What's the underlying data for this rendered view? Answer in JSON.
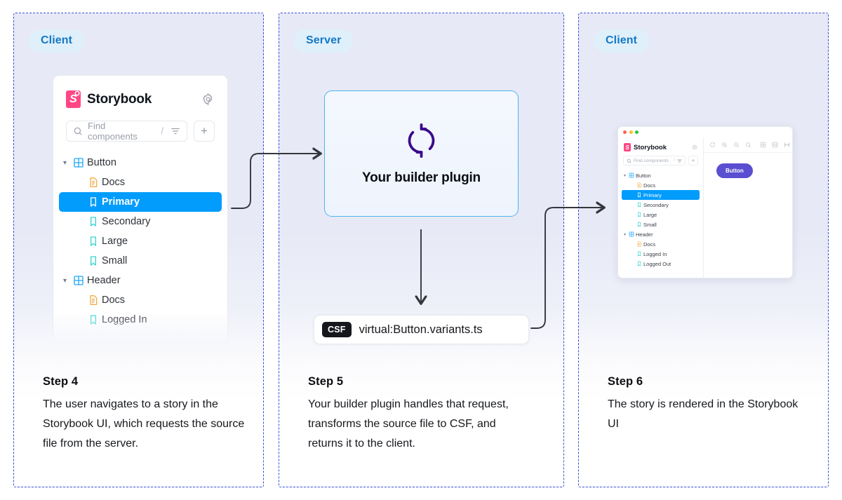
{
  "panels": [
    {
      "badge": "Client",
      "step_title": "Step 4",
      "step_body": "The user navigates to a story in the Storybook UI, which requests the source file from the server."
    },
    {
      "badge": "Server",
      "step_title": "Step 5",
      "step_body": "Your builder plugin handles that request, transforms the source file to CSF, and returns it to the client."
    },
    {
      "badge": "Client",
      "step_title": "Step 6",
      "step_body": "The story is rendered in the Storybook UI"
    }
  ],
  "storybook_card": {
    "logo_letter": "S",
    "wordmark": "Storybook",
    "settings_icon": "gear-icon",
    "search": {
      "placeholder": "Find components",
      "shortcut": "/",
      "filter_icon": "filter-icon",
      "search_icon": "search-icon"
    },
    "add_button": "+",
    "tree": [
      {
        "label": "Button",
        "type": "component",
        "level": 0,
        "expanded": true,
        "selected": false
      },
      {
        "label": "Docs",
        "type": "docs",
        "level": 1,
        "selected": false
      },
      {
        "label": "Primary",
        "type": "story",
        "level": 1,
        "selected": true
      },
      {
        "label": "Secondary",
        "type": "story",
        "level": 1,
        "selected": false
      },
      {
        "label": "Large",
        "type": "story",
        "level": 1,
        "selected": false
      },
      {
        "label": "Small",
        "type": "story",
        "level": 1,
        "selected": false
      },
      {
        "label": "Header",
        "type": "component",
        "level": 0,
        "expanded": true,
        "selected": false
      },
      {
        "label": "Docs",
        "type": "docs",
        "level": 1,
        "selected": false
      },
      {
        "label": "Logged In",
        "type": "story",
        "level": 1,
        "selected": false
      }
    ]
  },
  "builder": {
    "icon": "refresh-sync-icon",
    "label": "Your builder plugin",
    "icon_color": "#3b0a8c"
  },
  "csf_file": {
    "badge": "CSF",
    "filename": "virtual:Button.variants.ts"
  },
  "mini_window": {
    "traffic_lights": [
      "#ff5f57",
      "#febc2e",
      "#28c840"
    ],
    "logo_letter": "S",
    "wordmark": "Storybook",
    "search_placeholder": "Find components",
    "search_shortcut": "/",
    "add_button": "+",
    "toolbar_icons": [
      "refresh-icon",
      "zoom-in-icon",
      "zoom-out-icon",
      "zoom-reset-icon",
      "grid-icon",
      "background-icon",
      "measure-icon"
    ],
    "tree": [
      {
        "label": "Button",
        "type": "component",
        "level": 0,
        "expanded": true,
        "selected": false
      },
      {
        "label": "Docs",
        "type": "docs",
        "level": 1,
        "selected": false
      },
      {
        "label": "Primary",
        "type": "story",
        "level": 1,
        "selected": true
      },
      {
        "label": "Secondary",
        "type": "story",
        "level": 1,
        "selected": false
      },
      {
        "label": "Large",
        "type": "story",
        "level": 1,
        "selected": false
      },
      {
        "label": "Small",
        "type": "story",
        "level": 1,
        "selected": false
      },
      {
        "label": "Header",
        "type": "component",
        "level": 0,
        "expanded": true,
        "selected": false
      },
      {
        "label": "Docs",
        "type": "docs",
        "level": 1,
        "selected": false
      },
      {
        "label": "Logged In",
        "type": "story",
        "level": 1,
        "selected": false
      },
      {
        "label": "Logged Out",
        "type": "story",
        "level": 1,
        "selected": false
      }
    ],
    "preview_button_label": "Button",
    "preview_button_color": "#5a4ed1"
  },
  "colors": {
    "panel_border": "#3b4fd8",
    "badge_bg": "#dff0fb",
    "badge_text": "#1578c6",
    "selected_row": "#029cfd",
    "storybook_pink": "#ff4785",
    "builder_border": "#4fb3f0",
    "arrow": "#33373d"
  }
}
